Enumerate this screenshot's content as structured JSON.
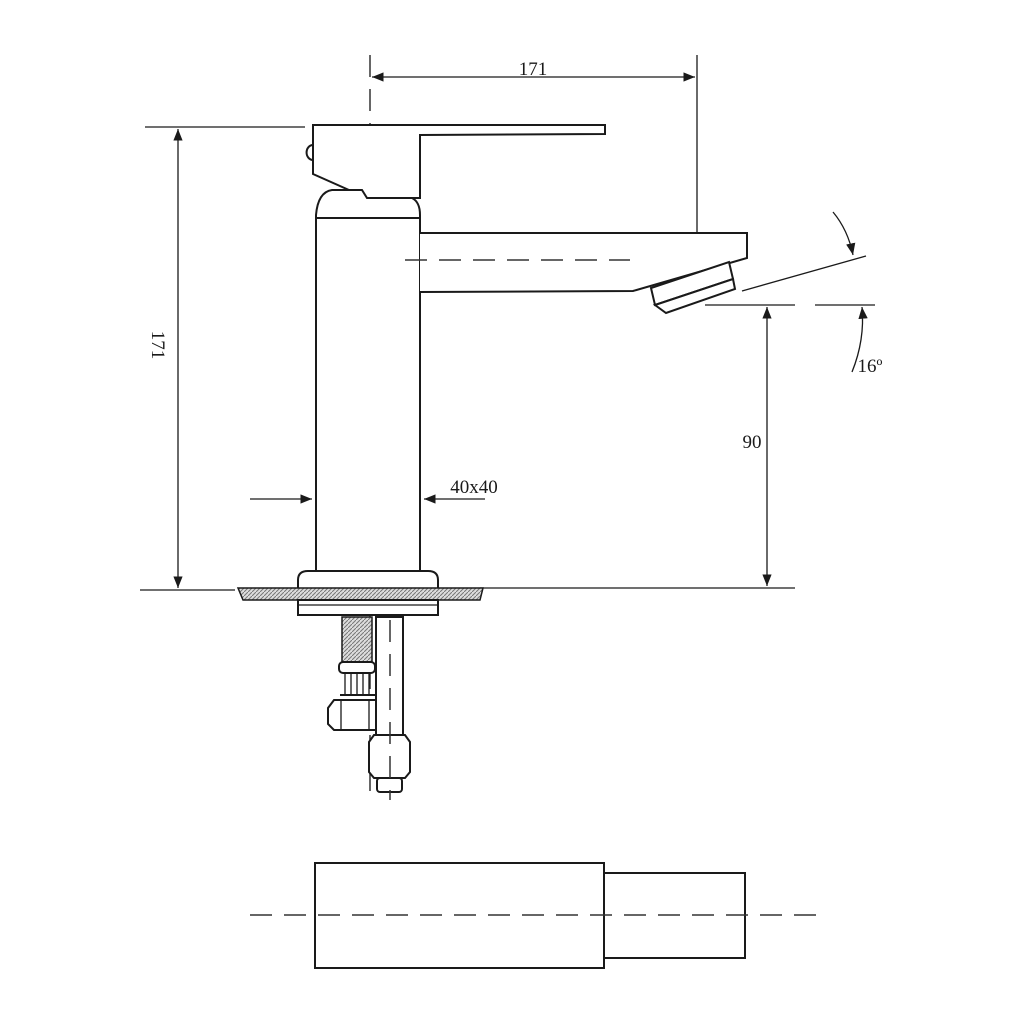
{
  "drawing": {
    "dimensions": {
      "spout_reach": "171",
      "height": "171",
      "spout_height": "90",
      "body_section": "40x40",
      "spout_angle": "16º"
    },
    "colors": {
      "line": "#1a1a1a",
      "background": "#ffffff"
    }
  }
}
